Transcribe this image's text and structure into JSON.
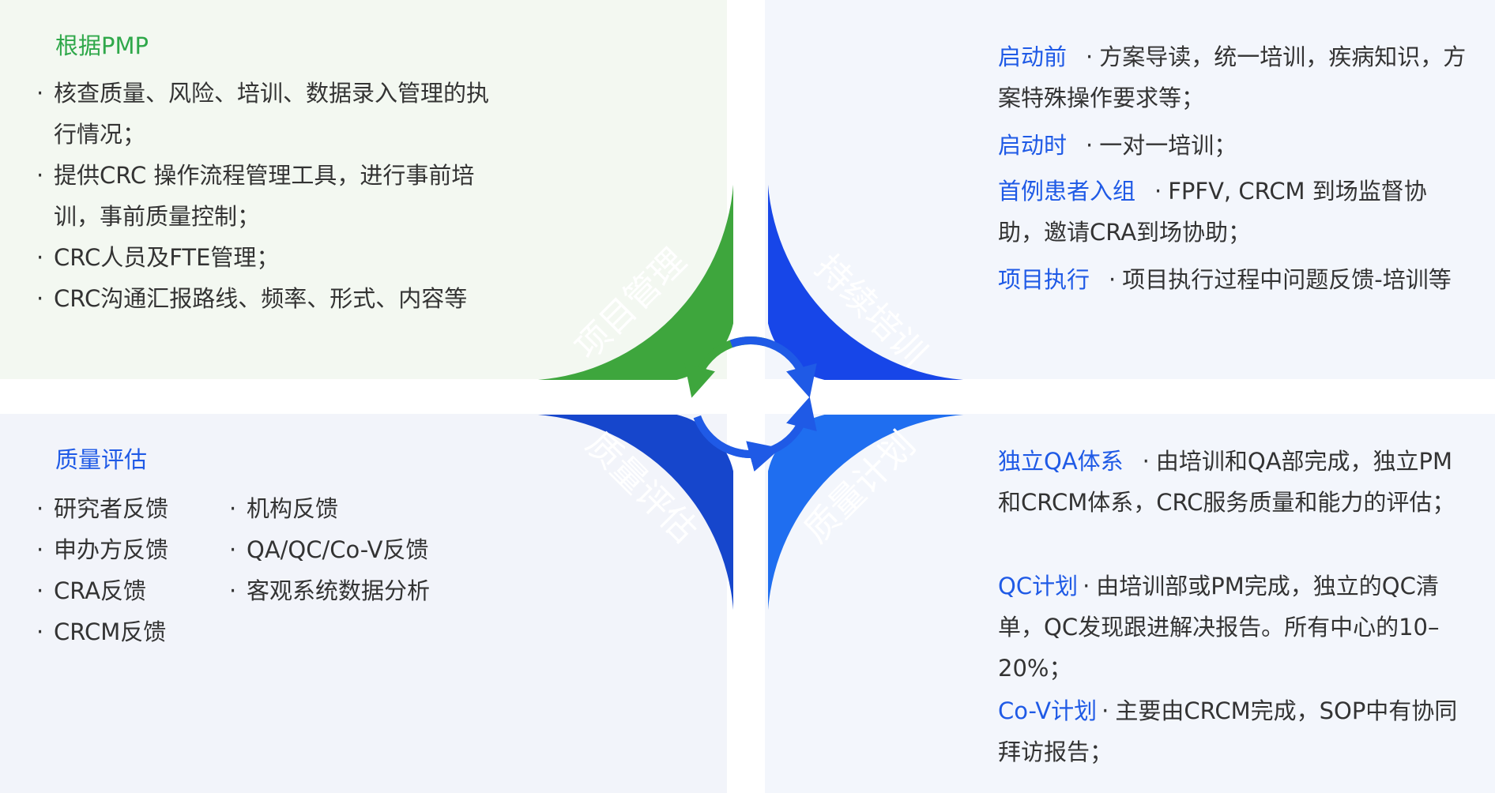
{
  "top_left": {
    "heading": "根据PMP",
    "bullets": [
      "核查质量、风险、培训、数据录入管理的执行情况；",
      "提供CRC 操作流程管理工具，进行事前培训，事前质量控制；",
      "CRC人员及FTE管理；",
      "CRC沟通汇报路线、频率、形式、内容等"
    ]
  },
  "top_right": {
    "entries": [
      {
        "label": "启动前",
        "text": "方案导读，统一培训，疾病知识，方案特殊操作要求等；"
      },
      {
        "label": "启动时",
        "text": "一对一培训；"
      },
      {
        "label": "首例患者入组",
        "text": "FPFV, CRCM 到场监督协助，邀请CRA到场协助；"
      },
      {
        "label": "项目执行",
        "text": "项目执行过程中问题反馈-培训等"
      }
    ]
  },
  "bottom_left": {
    "heading": "质量评估",
    "col1": [
      "研究者反馈",
      "申办方反馈",
      "CRA反馈",
      "CRCM反馈"
    ],
    "col2": [
      "机构反馈",
      "QA/QC/Co-V反馈",
      "客观系统数据分析"
    ]
  },
  "bottom_right": {
    "entries": [
      {
        "label": "独立QA体系",
        "text": "由培训和QA部完成，独立PM和CRCM体系，CRC服务质量和能力的评估；"
      },
      {
        "label": "QC计划",
        "text": "由培训部或PM完成，独立的QC清单，QC发现跟进解决报告。所有中心的10–20%；"
      },
      {
        "label": "Co-V计划",
        "text": "主要由CRCM完成，SOP中有协同拜访报告；"
      }
    ]
  },
  "wheel": {
    "segments": [
      {
        "key": "tl",
        "label": "项目管理",
        "color": "#3ea63d"
      },
      {
        "key": "tr",
        "label": "持续培训",
        "color": "#1746e8"
      },
      {
        "key": "bl",
        "label": "质量评估",
        "color": "#1646cc"
      },
      {
        "key": "br",
        "label": "质量计划",
        "color": "#1f6ef0"
      }
    ],
    "arrow_colors": {
      "green": "#3ea63d",
      "blue": "#1f5ae6"
    }
  }
}
